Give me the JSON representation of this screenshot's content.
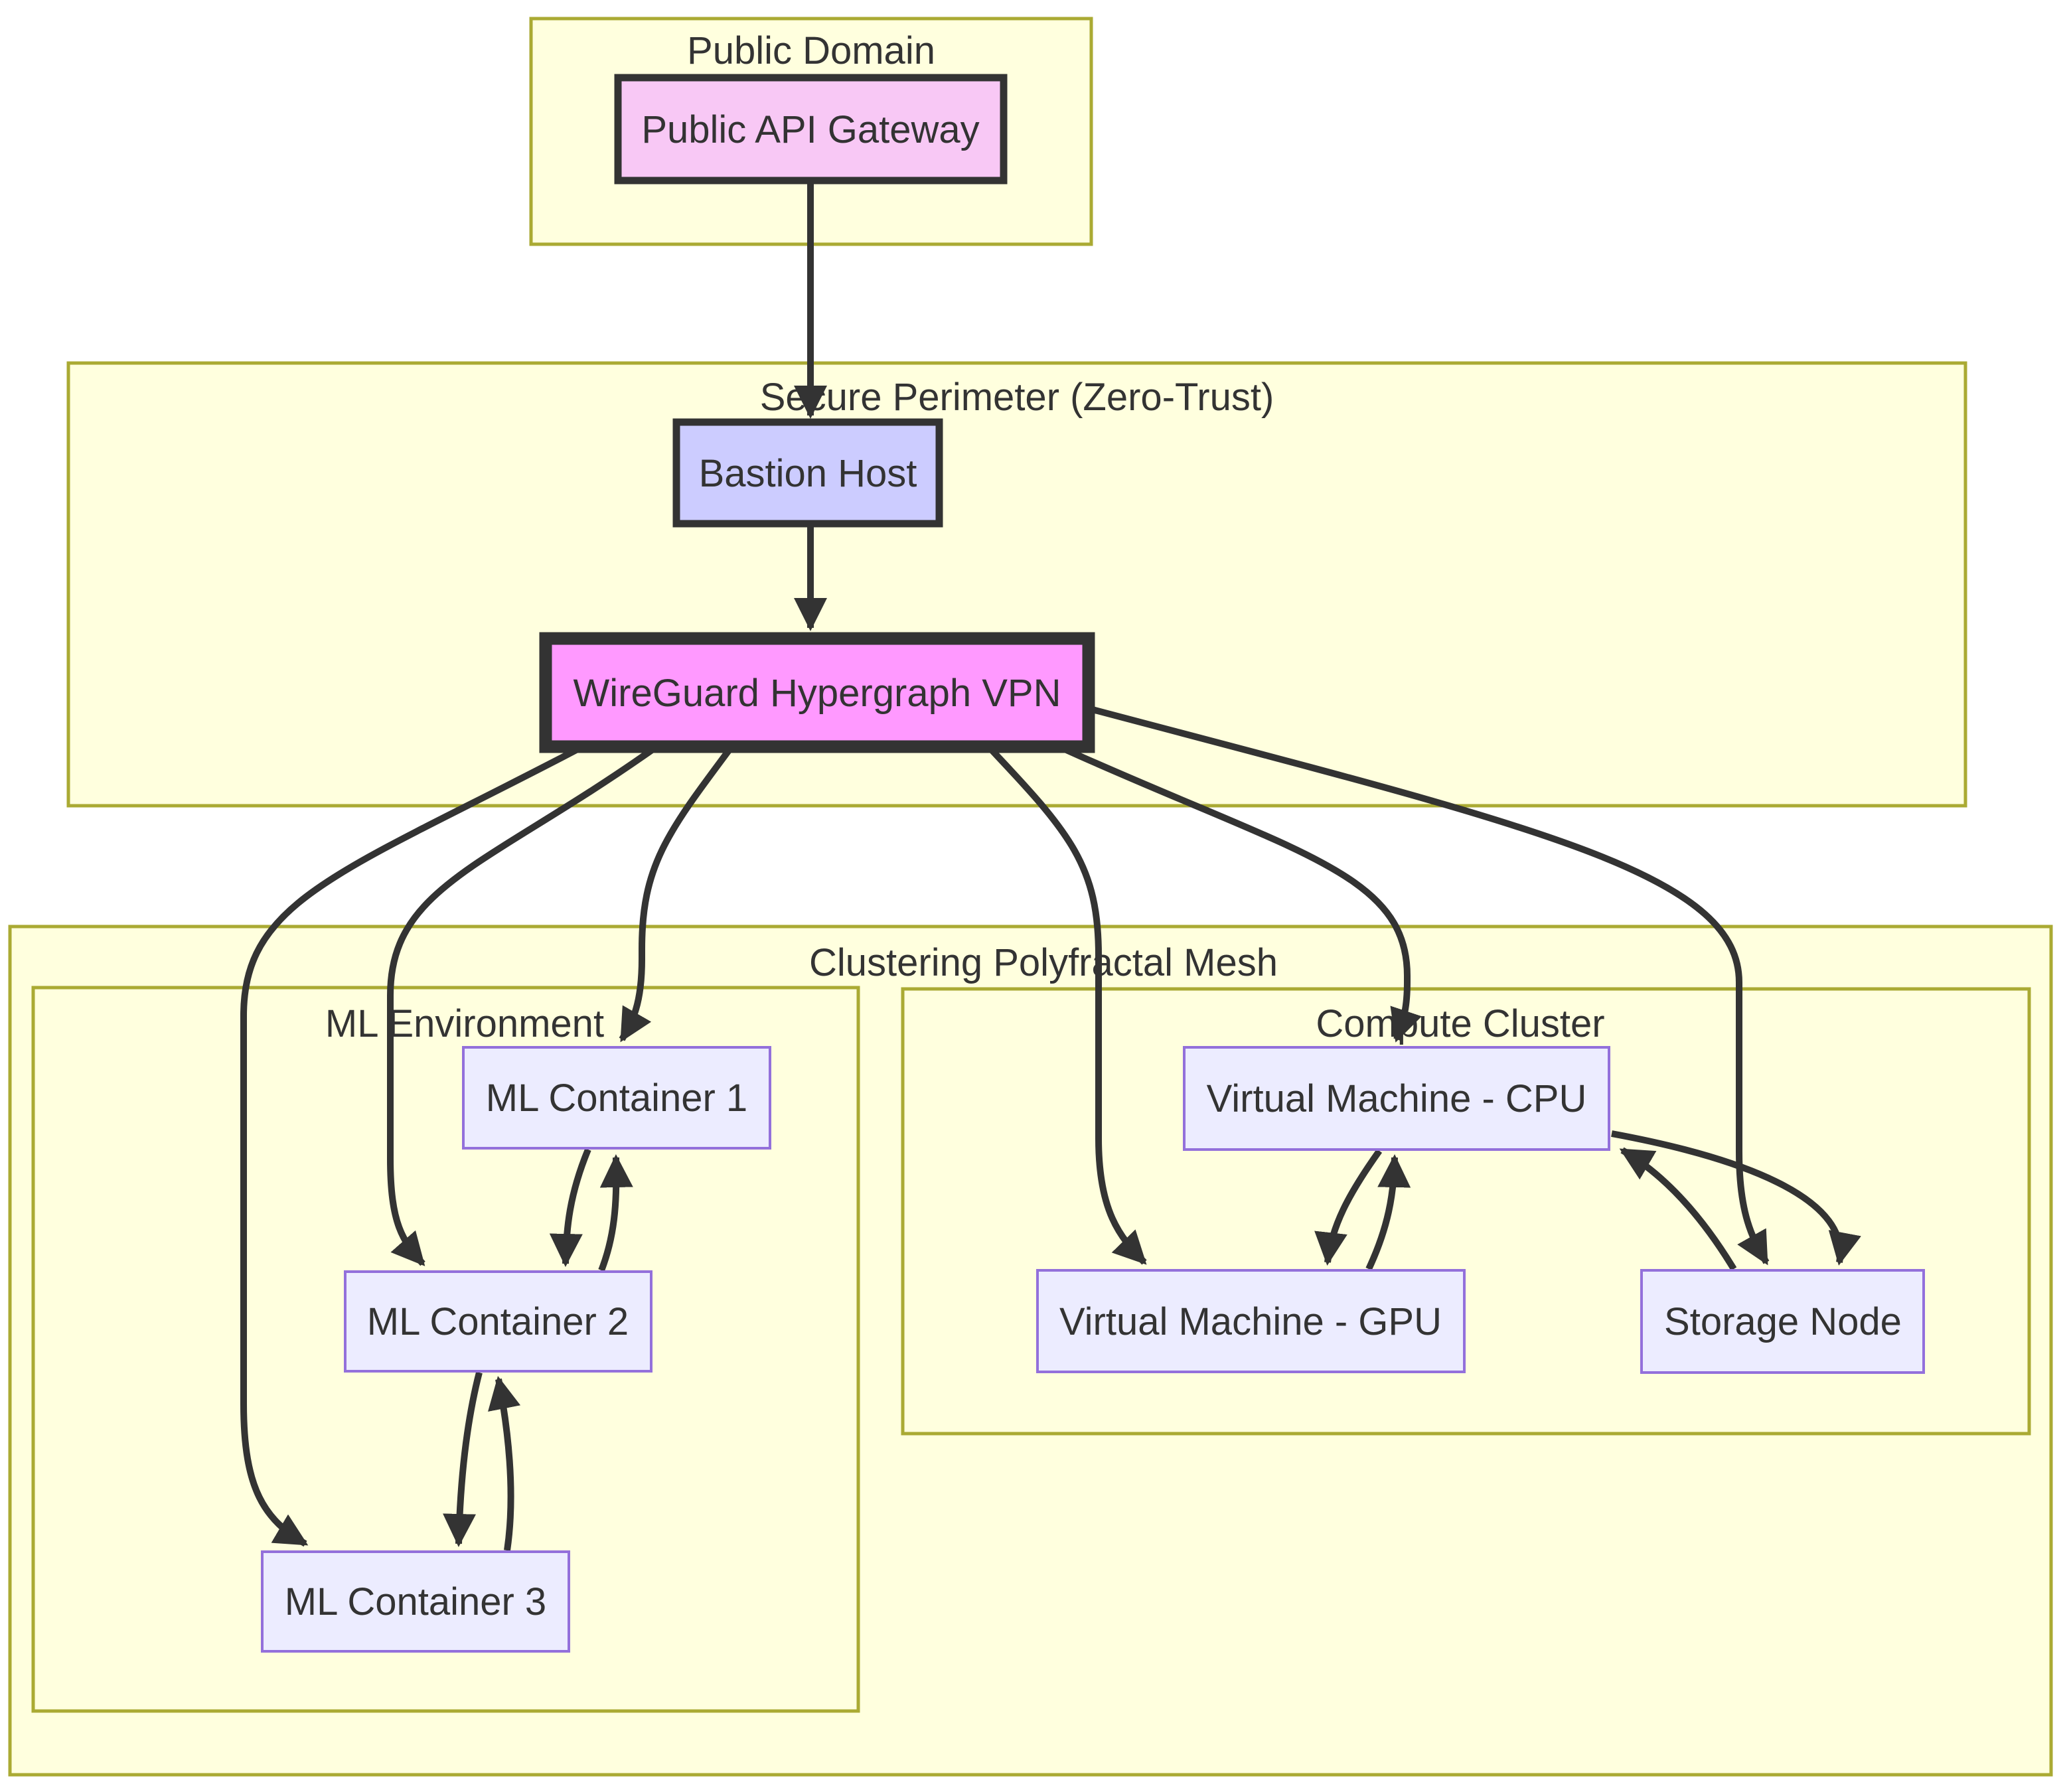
{
  "diagram": {
    "clusters": {
      "public_domain": {
        "label": "Public Domain"
      },
      "secure_perimeter": {
        "label": "Secure Perimeter (Zero-Trust)"
      },
      "clustering_mesh": {
        "label": "Clustering Polyfractal Mesh"
      },
      "ml_env": {
        "label": "ML Environment",
        "parent": "Clustering Polyfractal Mesh"
      },
      "compute": {
        "label": "Compute Cluster",
        "parent": "Clustering Polyfractal Mesh"
      }
    },
    "nodes": {
      "gateway": {
        "label": "Public API Gateway",
        "cluster": "Public Domain"
      },
      "bastion": {
        "label": "Bastion Host",
        "cluster": "Secure Perimeter (Zero-Trust)"
      },
      "vpn": {
        "label": "WireGuard Hypergraph VPN",
        "cluster": "Secure Perimeter (Zero-Trust)"
      },
      "mlc1": {
        "label": "ML Container 1",
        "cluster": "ML Environment"
      },
      "mlc2": {
        "label": "ML Container 2",
        "cluster": "ML Environment"
      },
      "mlc3": {
        "label": "ML Container 3",
        "cluster": "ML Environment"
      },
      "vm_cpu": {
        "label": "Virtual Machine - CPU",
        "cluster": "Compute Cluster"
      },
      "vm_gpu": {
        "label": "Virtual Machine - GPU",
        "cluster": "Compute Cluster"
      },
      "storage": {
        "label": "Storage Node",
        "cluster": "Compute Cluster"
      }
    },
    "edges": [
      {
        "from": "Public API Gateway",
        "to": "Bastion Host"
      },
      {
        "from": "Bastion Host",
        "to": "WireGuard Hypergraph VPN"
      },
      {
        "from": "WireGuard Hypergraph VPN",
        "to": "ML Container 1"
      },
      {
        "from": "WireGuard Hypergraph VPN",
        "to": "ML Container 2"
      },
      {
        "from": "WireGuard Hypergraph VPN",
        "to": "ML Container 3"
      },
      {
        "from": "WireGuard Hypergraph VPN",
        "to": "Virtual Machine - GPU"
      },
      {
        "from": "WireGuard Hypergraph VPN",
        "to": "Virtual Machine - CPU"
      },
      {
        "from": "WireGuard Hypergraph VPN",
        "to": "Storage Node"
      },
      {
        "from": "ML Container 1",
        "to": "ML Container 2",
        "bidirectional": true
      },
      {
        "from": "ML Container 2",
        "to": "ML Container 3",
        "bidirectional": true
      },
      {
        "from": "Virtual Machine - CPU",
        "to": "Virtual Machine - GPU",
        "bidirectional": true
      },
      {
        "from": "Virtual Machine - CPU",
        "to": "Storage Node",
        "bidirectional": true
      }
    ],
    "colors": {
      "cluster_fill": "#ffffde",
      "cluster_border": "#aaaa33",
      "node_fill": "#ECECFF",
      "node_border": "#9370DB",
      "gateway_fill": "#f8c8f5",
      "bastion_fill": "#ccccff",
      "vpn_fill": "#ff99ff",
      "edge_color": "#333333",
      "text_color": "#333333"
    }
  }
}
